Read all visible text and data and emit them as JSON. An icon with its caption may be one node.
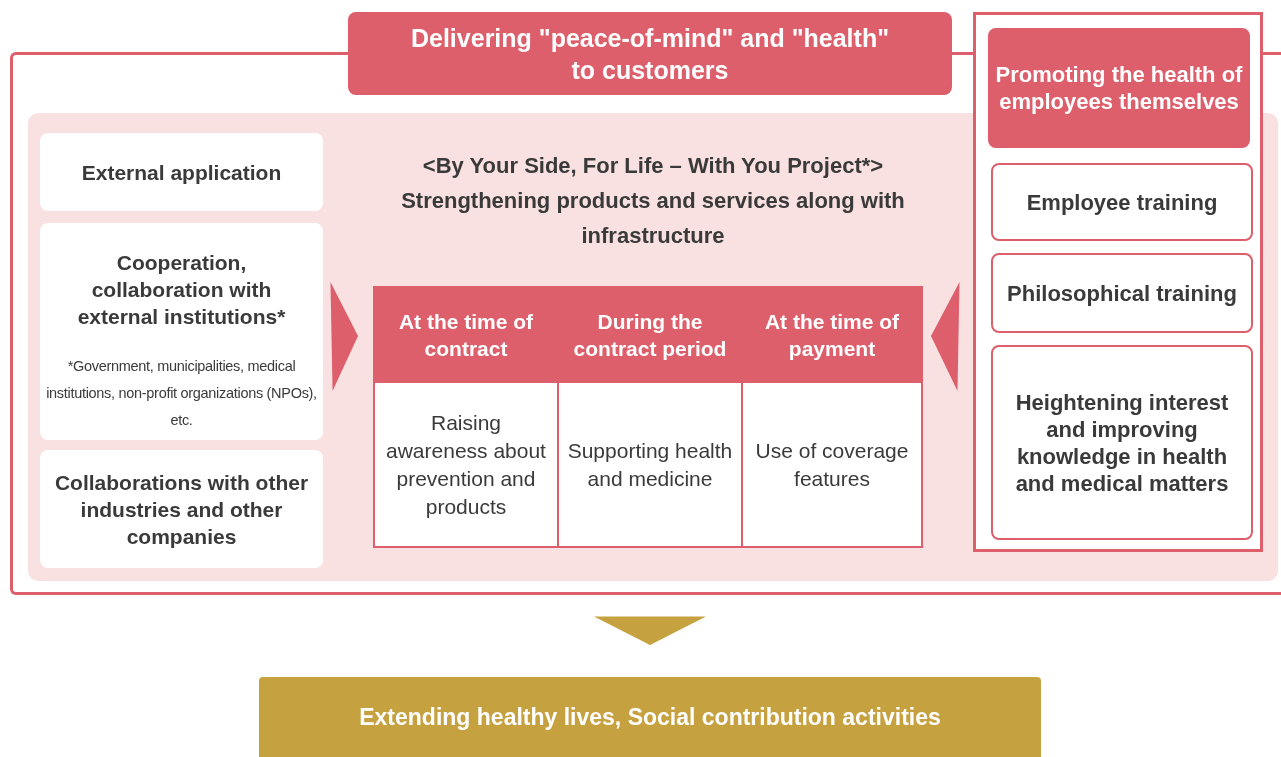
{
  "diagram": {
    "nodes": [
      {
        "text": [
          "Delivering \"peace-of-mind\" and \"health\" to customers"
        ]
      },
      {
        "text": [
          "<By Your Side, For Life – With You Project*>",
          "Strengthening products and services along with infrastructure"
        ],
        "in": 0
      },
      {
        "text": [
          "External application"
        ],
        "in": 1
      },
      {
        "text": [
          "Cooperation, collaboration with external institutions*",
          "*Government, municipalities, medical institutions, non-profit organizations (NPOs), etc."
        ],
        "in": 1
      },
      {
        "text": [
          "Collaborations with other industries and other companies"
        ],
        "in": 1
      },
      {
        "text": [
          "At the time of contract",
          "Raising awareness about prevention and products"
        ],
        "in": 1
      },
      {
        "text": [
          "During the contract period",
          "Supporting health and medicine"
        ],
        "in": 1
      },
      {
        "text": [
          "At the time of payment",
          "Use of coverage features"
        ],
        "in": 1
      },
      {
        "text": [
          "Promoting the health of employees themselves"
        ]
      },
      {
        "text": [
          "Employee training"
        ],
        "in": 8
      },
      {
        "text": [
          "Philosophical training"
        ],
        "in": 8
      },
      {
        "text": [
          "Heightening interest and improving knowledge in health and medical matters"
        ],
        "in": 8
      },
      {
        "text": [
          "Extending healthy lives, Social contribution activities"
        ]
      }
    ],
    "edges": [
      {
        "from": 3,
        "to": 5,
        "arrow": "to"
      },
      {
        "from": 8,
        "to": 7,
        "arrow": "to"
      },
      {
        "from": 0,
        "to": 12,
        "arrow": "to",
        "color": "#c6a13f"
      }
    ]
  }
}
